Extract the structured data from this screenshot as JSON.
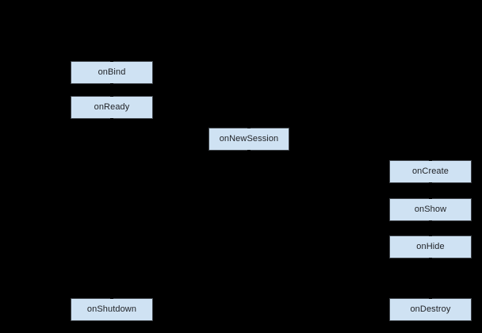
{
  "diagram": {
    "description": "lifecycle-callback-flow-diagram",
    "background": "#000000",
    "node_fill": "#cfe2f3",
    "node_border": "#3f444a",
    "node_text": "#1f2125",
    "nodes": [
      {
        "label": "onBind"
      },
      {
        "label": "onReady"
      },
      {
        "label": "onNewSession"
      },
      {
        "label": "onCreate"
      },
      {
        "label": "onShow"
      },
      {
        "label": "onHide"
      },
      {
        "label": "onDestroy"
      },
      {
        "label": "onShutdown"
      }
    ]
  }
}
